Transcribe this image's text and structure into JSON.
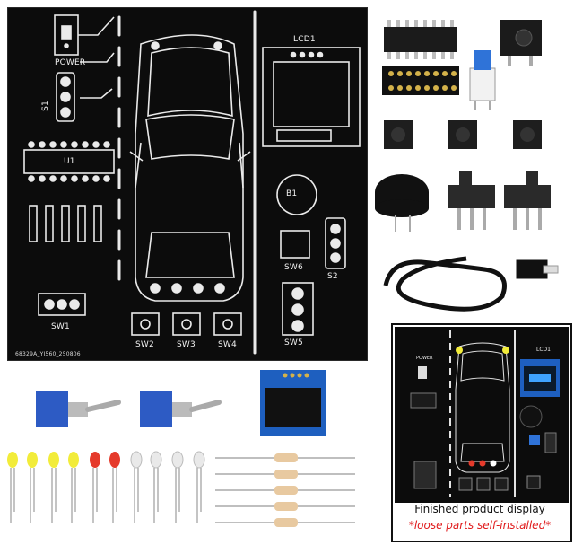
{
  "pcb": {
    "labels": {
      "power": "POWER",
      "s1": "S1",
      "u1": "U1",
      "lcd1": "LCD1",
      "b1": "B1",
      "sw1": "SW1",
      "sw2": "SW2",
      "sw3": "SW3",
      "sw4": "SW4",
      "sw5": "SW5",
      "sw6": "SW6",
      "s2": "S2",
      "serial": "68329A_YI560_250806"
    }
  },
  "inset": {
    "lcd1": "LCD1",
    "power": "POWER"
  },
  "caption": {
    "line1": "Finished product display",
    "line2": "*loose parts self-installed*"
  },
  "colors": {
    "pcb": "#0c0c0c",
    "silkscreen": "#f2f2f2",
    "caption_note": "#e0191b"
  }
}
